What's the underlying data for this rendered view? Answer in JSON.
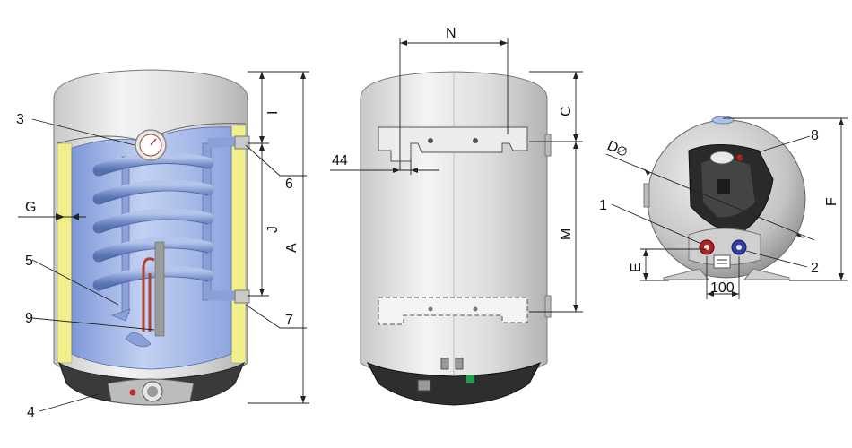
{
  "labels": {
    "part_3": "3",
    "part_4": "4",
    "part_5": "5",
    "part_6": "6",
    "part_7": "7",
    "part_9": "9",
    "dim_g": "G",
    "dim_i": "I",
    "dim_j": "J",
    "dim_a": "A",
    "dim_n": "N",
    "dim_44": "44",
    "dim_c": "C",
    "dim_m": "M",
    "dim_d": "D",
    "dim_d_sym": "∅",
    "part_8": "8",
    "part_1": "1",
    "part_2": "2",
    "dim_e": "E",
    "dim_f": "F",
    "dim_100": "100"
  },
  "colors": {
    "tank_inner": "#9fb4e6",
    "insulation": "#f2ee8a",
    "shell": "#e2e2e2",
    "coil": "#7d94c9",
    "base": "#3a3a3a",
    "hot_connector": "#b22222",
    "cold_connector": "#2f3f9f"
  }
}
